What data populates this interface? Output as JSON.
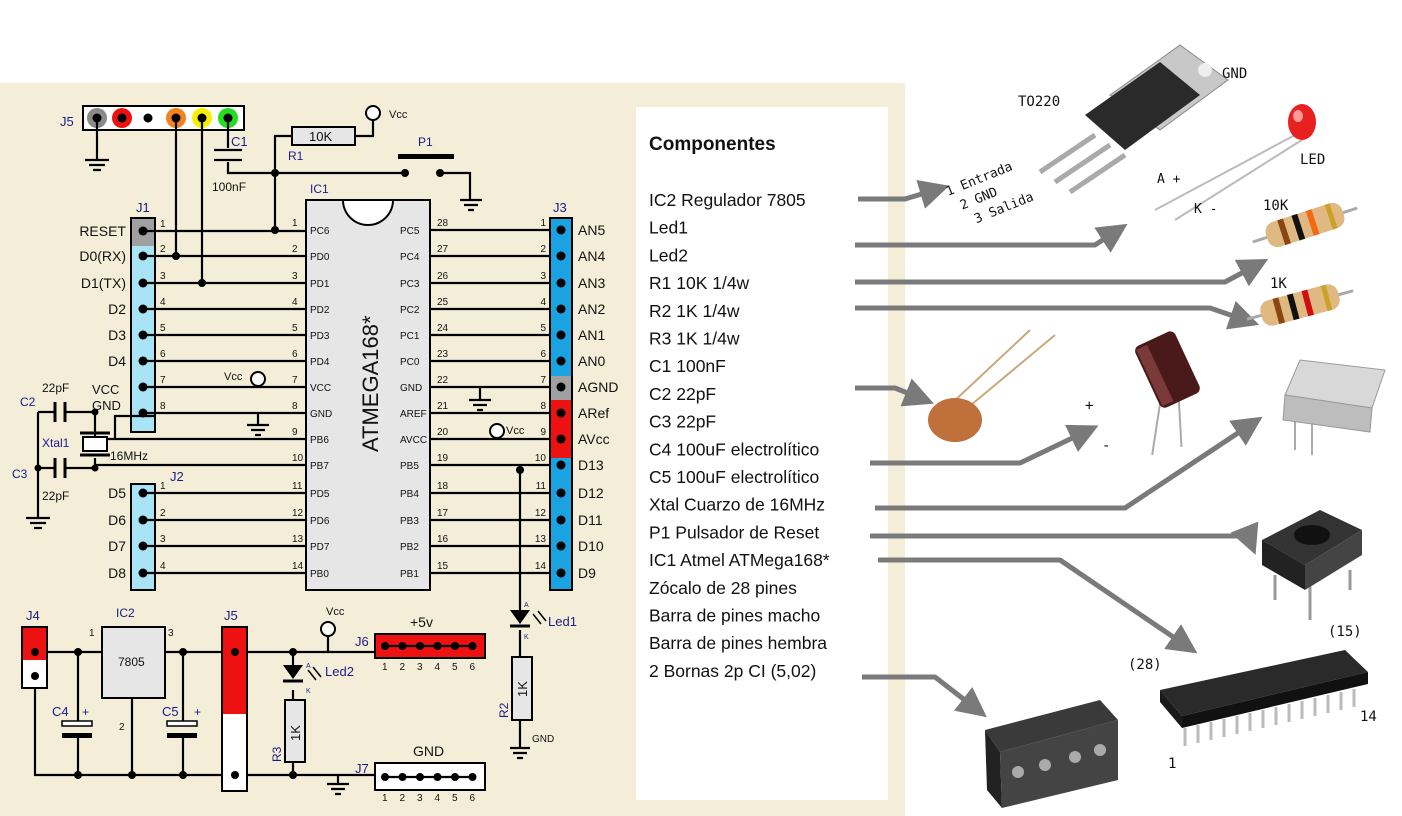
{
  "colors": {
    "background": "#f4eed8",
    "ic_body": "#e6e6e6",
    "header_blue": "#a8e4f5",
    "header_j3": "#1aa3e0",
    "red": "#ee1111",
    "gray": "#9a9a9a",
    "arrow": "#7a7a7a"
  },
  "ic1": {
    "ref": "IC1",
    "part": "ATMEGA168*",
    "left": [
      {
        "n": "1",
        "name": "PC6"
      },
      {
        "n": "2",
        "name": "PD0"
      },
      {
        "n": "3",
        "name": "PD1"
      },
      {
        "n": "4",
        "name": "PD2"
      },
      {
        "n": "5",
        "name": "PD3"
      },
      {
        "n": "6",
        "name": "PD4"
      },
      {
        "n": "7",
        "name": "VCC"
      },
      {
        "n": "8",
        "name": "GND"
      },
      {
        "n": "9",
        "name": "PB6"
      },
      {
        "n": "10",
        "name": "PB7"
      },
      {
        "n": "11",
        "name": "PD5"
      },
      {
        "n": "12",
        "name": "PD6"
      },
      {
        "n": "13",
        "name": "PD7"
      },
      {
        "n": "14",
        "name": "PB0"
      }
    ],
    "right": [
      {
        "n": "28",
        "name": "PC5"
      },
      {
        "n": "27",
        "name": "PC4"
      },
      {
        "n": "26",
        "name": "PC3"
      },
      {
        "n": "25",
        "name": "PC2"
      },
      {
        "n": "24",
        "name": "PC1"
      },
      {
        "n": "23",
        "name": "PC0"
      },
      {
        "n": "22",
        "name": "GND"
      },
      {
        "n": "21",
        "name": "AREF"
      },
      {
        "n": "20",
        "name": "AVCC"
      },
      {
        "n": "19",
        "name": "PB5"
      },
      {
        "n": "18",
        "name": "PB4"
      },
      {
        "n": "17",
        "name": "PB3"
      },
      {
        "n": "16",
        "name": "PB2"
      },
      {
        "n": "15",
        "name": "PB1"
      }
    ]
  },
  "j1": {
    "ref": "J1",
    "pins": [
      "1",
      "2",
      "3",
      "4",
      "5",
      "6",
      "7",
      "8"
    ],
    "labels": [
      "RESET",
      "D0(RX)",
      "D1(TX)",
      "D2",
      "D3",
      "D4",
      "VCC",
      "GND"
    ]
  },
  "j2": {
    "ref": "J2",
    "pins": [
      "1",
      "2",
      "3",
      "4"
    ],
    "labels": [
      "D5",
      "D6",
      "D7",
      "D8"
    ]
  },
  "j3": {
    "ref": "J3",
    "pins": [
      "1",
      "2",
      "3",
      "4",
      "5",
      "6",
      "7",
      "8",
      "9",
      "10",
      "11",
      "12",
      "13",
      "14"
    ],
    "labels": [
      "AN5",
      "AN4",
      "AN3",
      "AN2",
      "AN1",
      "AN0",
      "AGND",
      "ARef",
      "AVcc",
      "D13",
      "D12",
      "D11",
      "D10",
      "D9"
    ]
  },
  "schematic": {
    "j5_top": "J5",
    "c1": "C1",
    "c1_val": "100nF",
    "r1": "R1",
    "r1_val": "10K",
    "vcc": "Vcc",
    "p1": "P1",
    "c2": "C2",
    "c3": "C3",
    "c2_val": "22pF",
    "c3_val": "22pF",
    "xtal": "Xtal1",
    "xtal_val": "16MHz",
    "vcc_lbl": "VCC",
    "gnd_lbl": "GND",
    "j4": "J4",
    "ic2": "IC2",
    "ic2_part": "7805",
    "ic2_p1": "1",
    "ic2_p2": "2",
    "ic2_p3": "3",
    "j5_bot": "J5",
    "c4": "C4",
    "c5": "C5",
    "plus": "+",
    "led2": "Led2",
    "led1": "Led1",
    "r3": "R3",
    "r3_val": "1K",
    "r2": "R2",
    "r2_val": "1K",
    "j6": "J6",
    "j6_title": "+5v",
    "j7": "J7",
    "j7_title": "GND",
    "gnd_small": "GND",
    "anode": "A",
    "cathode": "K",
    "strip_pins": [
      "1",
      "2",
      "3",
      "4",
      "5",
      "6"
    ]
  },
  "components": {
    "title": "Componentes",
    "items": [
      "IC2 Regulador 7805",
      "Led1",
      "Led2",
      "R1 10K 1/4w",
      "R2 1K 1/4w",
      "R3 1K 1/4w",
      "C1 100nF",
      "C2 22pF",
      "C3 22pF",
      "C4 100uF electrolítico",
      "C5 100uF electrolítico",
      "Xtal Cuarzo de 16MHz",
      "P1 Pulsador de Reset",
      "IC1 Atmel ATMega168*",
      "Zócalo de 28 pines",
      "Barra de pines macho",
      "Barra de pines hembra",
      "2 Bornas 2p CI (5,02)"
    ]
  },
  "photos": {
    "to220": "TO220",
    "to220_gnd": "GND",
    "pinout": [
      "1 Entrada",
      "2 GND",
      "3 Salida"
    ],
    "led": "LED",
    "led_a": "A +",
    "led_k": "K -",
    "r10k": "10K",
    "r1k": "1K",
    "cap_plus": "+",
    "cap_minus": "-",
    "ic_15": "(15)",
    "ic_28": "(28)",
    "ic_14": "14",
    "ic_1": "1"
  }
}
